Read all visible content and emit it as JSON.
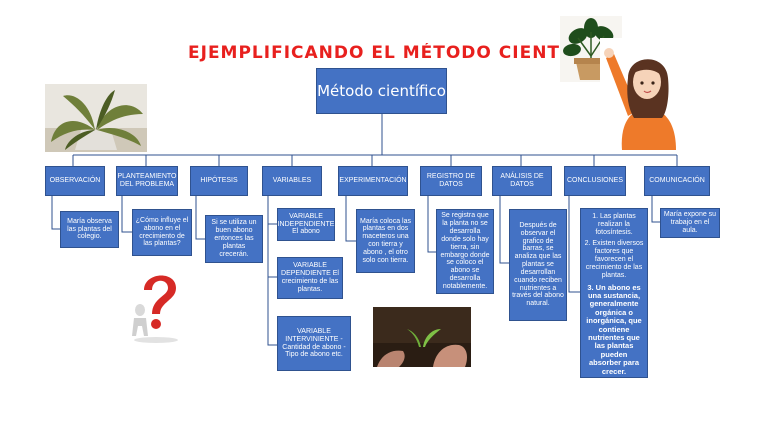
{
  "title": "EJEMPLIFICANDO  EL  MÉTODO  CIENTÍFICO",
  "root": "Método científico",
  "nodes": [
    {
      "id": "observacion",
      "label": "OBSERVACIÓN",
      "children": [
        "María  observa las plantas del colegio."
      ]
    },
    {
      "id": "planteamiento",
      "label": "PLANTEAMIENTO DEL PROBLEMA",
      "children": [
        "¿Cómo influye el abono en el crecimiento de las plantas?"
      ]
    },
    {
      "id": "hipotesis",
      "label": "HIPÓTESIS",
      "children": [
        "Si se utiliza un buen abono entonces las plantas crecerán."
      ]
    },
    {
      "id": "variables",
      "label": "VARIABLES",
      "children": [
        "VARIABLE INDEPENDIENTE El  abono",
        "VARIABLE DEPENDIENTE El crecimiento de las plantas.",
        "VARIABLE INTERVINIENTE - Cantidad de abono - Tipo de  abono etc."
      ]
    },
    {
      "id": "experimentacion",
      "label": "EXPERIMENTACIÓN",
      "children": [
        "María  coloca las plantas en dos maceteros una con tierra y abono , el otro solo con tierra."
      ]
    },
    {
      "id": "registro",
      "label": "REGISTRO DE DATOS",
      "children": [
        "Se registra que la planta no se desarrolla donde solo hay tierra, sin embargo donde se coloco el abono se desarrolla notablemente."
      ]
    },
    {
      "id": "analisis",
      "label": "ANÁLISIS DE DATOS",
      "children": [
        "Después de observar el grafico de barras, se analiza  que las plantas  se desarrollan cuando reciben nutrientes  a través del abono natural."
      ]
    },
    {
      "id": "conclusiones",
      "label": "CONCLUSIONES",
      "children": [
        "1. Las plantas realizan la fotosíntesis.",
        "2. Existen diversos factores  que favorecen el crecimiento de las plantas.",
        "3. Un abono es una sustancia, generalmente orgánica o inorgánica, que contiene nutrientes que las plantas pueden absorber para crecer."
      ]
    },
    {
      "id": "comunicacion",
      "label": "COMUNICACIÓN",
      "children": [
        "María  expone su trabajo en el aula."
      ]
    }
  ]
}
